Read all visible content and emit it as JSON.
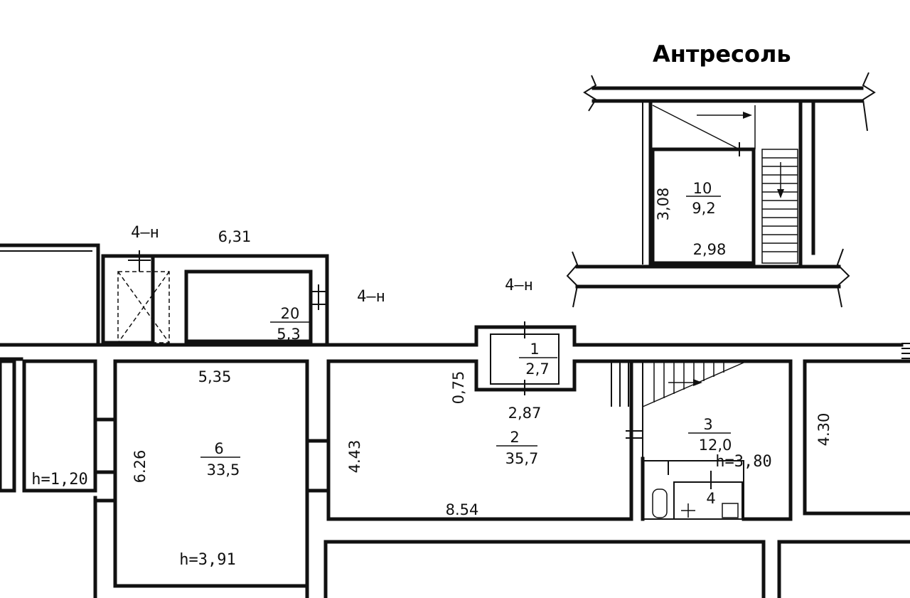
{
  "title": "Антресоль",
  "rooms": [
    {
      "id": "r10",
      "number": "10",
      "area": "9,2"
    },
    {
      "id": "r20",
      "number": "20",
      "area": "5,3"
    },
    {
      "id": "r1",
      "number": "1",
      "area": "2,7"
    },
    {
      "id": "r6",
      "number": "6",
      "area": "33,5"
    },
    {
      "id": "r2",
      "number": "2",
      "area": "35,7"
    },
    {
      "id": "r3",
      "number": "3",
      "area": "12,0"
    },
    {
      "id": "r4",
      "number": "4"
    }
  ],
  "dimensions": {
    "d_308": "3,08",
    "d_298": "2,98",
    "d_631": "6,31",
    "d_535": "5,35",
    "d_626": "6.26",
    "d_075": "0,75",
    "d_287": "2,87",
    "d_443": "4.43",
    "d_854": "8.54",
    "d_430": "4.30"
  },
  "heights": {
    "h_120": "h=1,20",
    "h_391": "h=3,91",
    "h_380": "h=3,80"
  },
  "markers": {
    "m1": "4–н",
    "m2": "4–н",
    "m3": "4–н"
  }
}
